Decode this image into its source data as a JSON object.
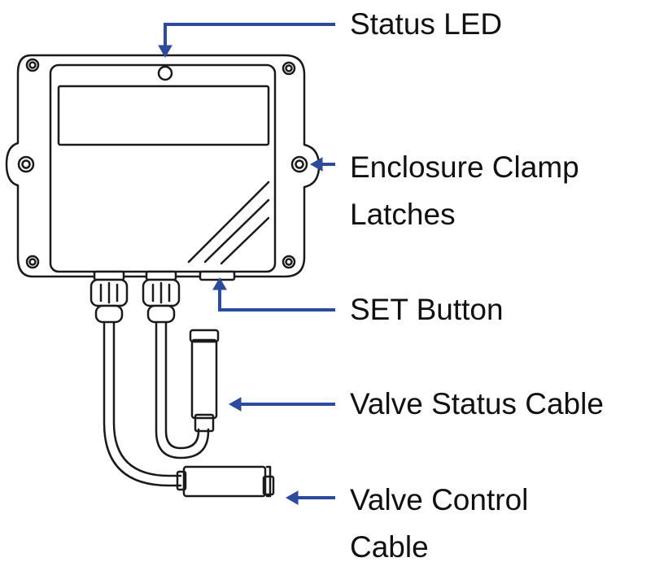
{
  "callouts": {
    "status_led": {
      "lines": [
        "Status LED"
      ]
    },
    "clamp_latches": {
      "lines": [
        "Enclosure Clamp",
        "Latches"
      ]
    },
    "set_button": {
      "lines": [
        "SET Button"
      ]
    },
    "valve_status_cable": {
      "lines": [
        "Valve Status Cable"
      ]
    },
    "valve_control_cable": {
      "lines": [
        "Valve Control",
        "Cable"
      ]
    }
  },
  "colors": {
    "outline": "#1a1a1a",
    "arrow": "#2e4a9a",
    "background": "#ffffff"
  }
}
